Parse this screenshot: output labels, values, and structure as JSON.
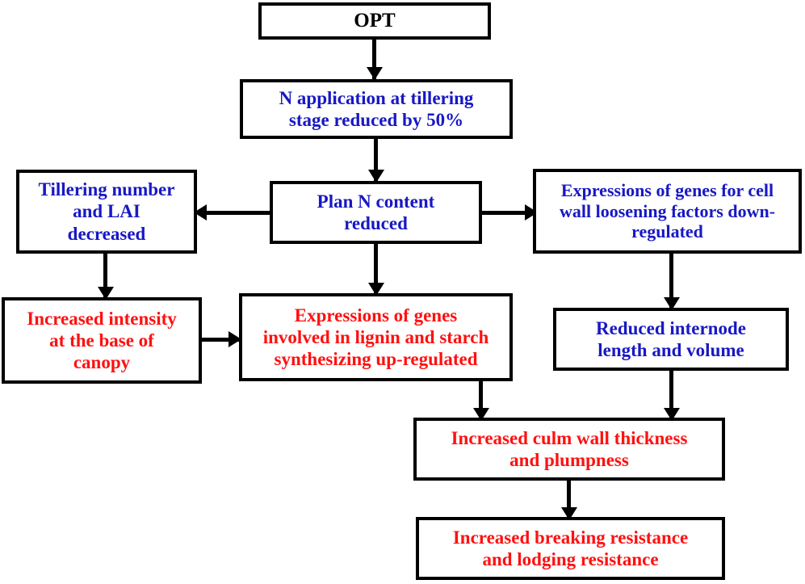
{
  "diagram": {
    "title": "OPT nitrogen management flowchart",
    "colors": {
      "black_text": "#000000",
      "blue_text": "#1818C4",
      "red_text": "#FF1010",
      "border": "#000000",
      "background": "#FFFFFF"
    },
    "nodes": [
      {
        "id": "opt",
        "label": "OPT",
        "color": "black",
        "font_size": 25
      },
      {
        "id": "n-application",
        "label": "N application at tillering\nstage reduced by 50%",
        "color": "blue",
        "font_size": 23
      },
      {
        "id": "tillering",
        "label": "Tillering  number\nand LAI\ndecreased",
        "color": "blue",
        "font_size": 23
      },
      {
        "id": "plan-n",
        "label": "Plan N content\nreduced",
        "color": "blue",
        "font_size": 23
      },
      {
        "id": "cell-wall",
        "label": "Expressions of genes for cell\nwall loosening factors down-\nregulated",
        "color": "blue",
        "font_size": 22
      },
      {
        "id": "intensity",
        "label": "Increased intensity\nat the base of\ncanopy",
        "color": "red",
        "font_size": 23
      },
      {
        "id": "lignin",
        "label": "Expressions of genes\ninvolved in lignin and starch\nsynthesizing up-regulated",
        "color": "red",
        "font_size": 23
      },
      {
        "id": "internode",
        "label": "Reduced internode\nlength and volume",
        "color": "blue",
        "font_size": 23
      },
      {
        "id": "culm-wall",
        "label": "Increased culm wall thickness\nand plumpness",
        "color": "red",
        "font_size": 23
      },
      {
        "id": "breaking",
        "label": "Increased breaking resistance\nand lodging resistance",
        "color": "red",
        "font_size": 23
      }
    ],
    "edges": [
      {
        "from": "opt",
        "to": "n-application",
        "type": "down"
      },
      {
        "from": "n-application",
        "to": "plan-n",
        "type": "down"
      },
      {
        "from": "plan-n",
        "to": "tillering",
        "type": "left"
      },
      {
        "from": "plan-n",
        "to": "cell-wall",
        "type": "right"
      },
      {
        "from": "plan-n",
        "to": "lignin",
        "type": "down"
      },
      {
        "from": "tillering",
        "to": "intensity",
        "type": "down"
      },
      {
        "from": "intensity",
        "to": "lignin",
        "type": "right"
      },
      {
        "from": "cell-wall",
        "to": "internode",
        "type": "down"
      },
      {
        "from": "lignin",
        "to": "culm-wall",
        "type": "down"
      },
      {
        "from": "internode",
        "to": "culm-wall",
        "type": "down"
      },
      {
        "from": "culm-wall",
        "to": "breaking",
        "type": "down"
      }
    ]
  }
}
